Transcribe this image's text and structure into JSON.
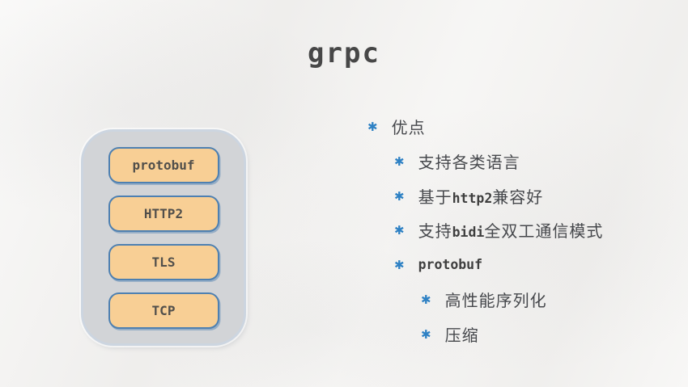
{
  "page": {
    "background_color": "#f3f2f0"
  },
  "title": {
    "text": "grpc",
    "color": "#474747"
  },
  "stack": {
    "container_fill": "#d2d4d7",
    "container_border": "#ccd5e0",
    "box_fill": "#f8cf95",
    "box_border": "#4e80b1",
    "box_text_color": "#514f4b",
    "boxes": [
      {
        "label": "protobuf"
      },
      {
        "label": "HTTP2"
      },
      {
        "label": "TLS"
      },
      {
        "label": "TCP"
      }
    ]
  },
  "list": {
    "bullet_glyph": "✱",
    "bullet_color": "#2e81c4",
    "text_color": "#46484c",
    "items": [
      {
        "level": 1,
        "segments": [
          {
            "text": "优点"
          }
        ]
      },
      {
        "level": 2,
        "segments": [
          {
            "text": "支持各类语言"
          }
        ]
      },
      {
        "level": 2,
        "segments": [
          {
            "text": "基于"
          },
          {
            "text": "http2"
          },
          {
            "text": "兼容好"
          }
        ]
      },
      {
        "level": 2,
        "segments": [
          {
            "text": "支持"
          },
          {
            "text": "bidi"
          },
          {
            "text": "全双工通信模式"
          }
        ]
      },
      {
        "level": 2,
        "segments": [
          {
            "text": "protobuf"
          }
        ]
      },
      {
        "level": 3,
        "segments": [
          {
            "text": "高性能序列化"
          }
        ]
      },
      {
        "level": 3,
        "segments": [
          {
            "text": "压缩"
          }
        ]
      }
    ]
  }
}
